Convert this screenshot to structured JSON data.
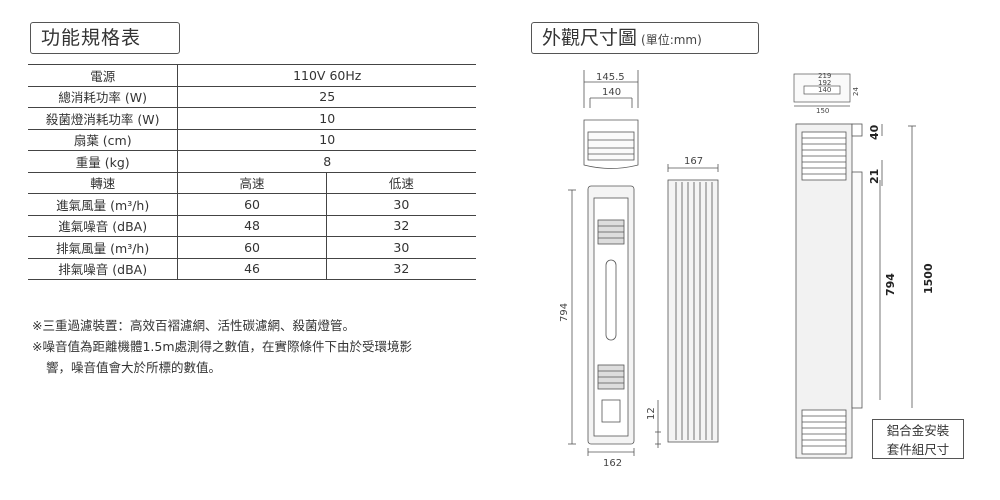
{
  "spec_title": "功能規格表",
  "dim_title": "外觀尺寸圖",
  "dim_unit": "(單位:mm)",
  "spec_rows": [
    {
      "label": "電源",
      "value": "110V 60Hz"
    },
    {
      "label": "總消耗功率 (W)",
      "value": "25"
    },
    {
      "label": "殺菌燈消耗功率 (W)",
      "value": "10"
    },
    {
      "label": "扇葉 (cm)",
      "value": "10"
    },
    {
      "label": "重量 (kg)",
      "value": "8"
    }
  ],
  "speed_header": {
    "label": "轉速",
    "high": "高速",
    "low": "低速"
  },
  "speed_rows": [
    {
      "label": "進氣風量 (m³/h)",
      "high": "60",
      "low": "30"
    },
    {
      "label": "進氣噪音 (dBA)",
      "high": "48",
      "low": "32"
    },
    {
      "label": "排氣風量 (m³/h)",
      "high": "60",
      "low": "30"
    },
    {
      "label": "排氣噪音 (dBA)",
      "high": "46",
      "low": "32"
    }
  ],
  "notes": [
    "※三重過濾裝置：高效百褶濾網、活性碳濾網、殺菌燈管。",
    "※噪音值為距離機體1.5m處測得之數值，在實際條件下由於受環境影",
    "響，噪音值會大於所標的數值。"
  ],
  "dimensions": {
    "top_outer": "145.5",
    "top_inner": "140",
    "side_width": "167",
    "front_height": "794",
    "base_height": "12",
    "bottom_width": "162",
    "alu_top_outer": "219",
    "alu_top_mid": "192",
    "alu_top_inner": "140",
    "alu_top_depth": "24",
    "alu_top_small": "150",
    "alu_dim_40": "40",
    "alu_dim_21": "21",
    "alu_height": "794",
    "alu_total": "1500"
  },
  "alu_label_line1": "鋁合金安裝",
  "alu_label_line2": "套件組尺寸"
}
